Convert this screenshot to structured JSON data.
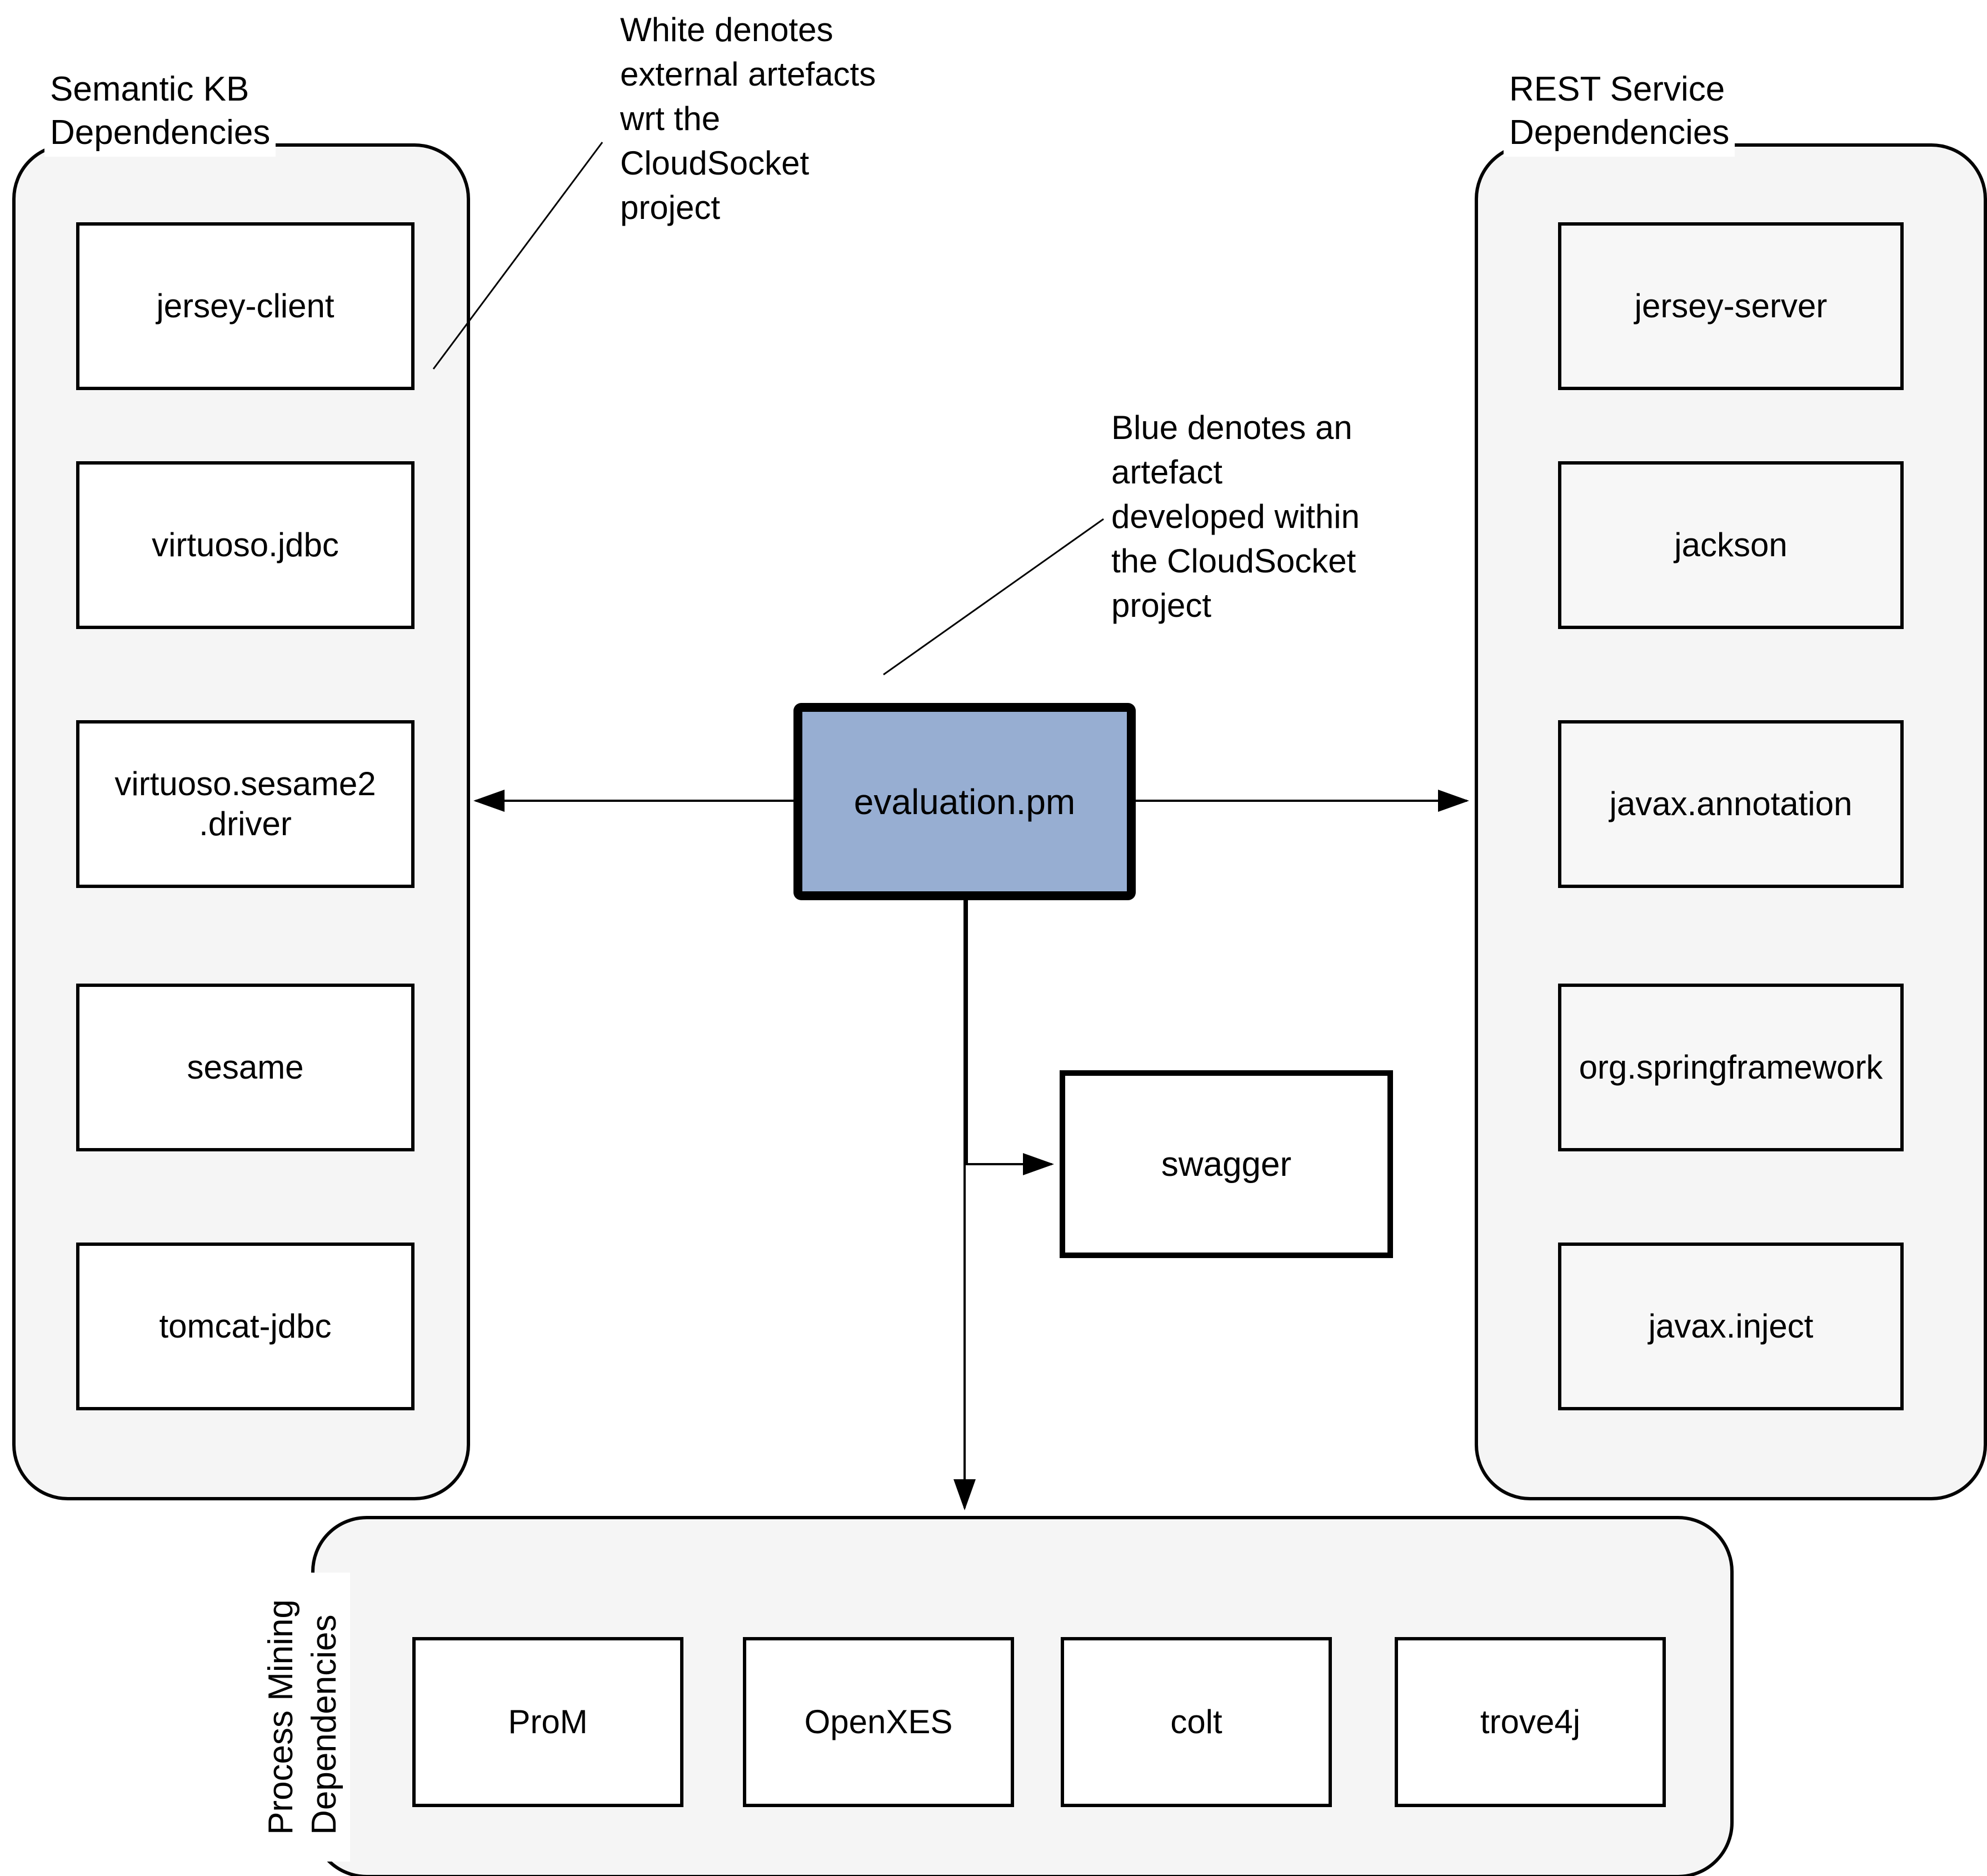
{
  "diagram": {
    "notes": {
      "white_note": "White denotes\nexternal artefacts\nwrt the\nCloudSocket\nproject",
      "blue_note": "Blue denotes an\nartefact\ndeveloped within\nthe CloudSocket\nproject"
    },
    "panels": {
      "semantic_kb": {
        "title": "Semantic KB\nDependencies",
        "items": [
          "jersey-client",
          "virtuoso.jdbc",
          "virtuoso.sesame2\n.driver",
          "sesame",
          "tomcat-jdbc"
        ]
      },
      "rest_service": {
        "title": "REST Service\nDependencies",
        "items": [
          "jersey-server",
          "jackson",
          "javax.annotation",
          "org.springframework",
          "javax.inject"
        ]
      },
      "process_mining": {
        "title": "Process Mining\nDependencies",
        "items": [
          "ProM",
          "OpenXES",
          "colt",
          "trove4j"
        ]
      }
    },
    "nodes": {
      "central": "evaluation.pm",
      "swagger": "swagger"
    },
    "colors": {
      "central_fill": "#97aed2",
      "panel_fill": "#f5f5f5",
      "external_box_fill": "#ffffff",
      "line": "#000000"
    }
  }
}
